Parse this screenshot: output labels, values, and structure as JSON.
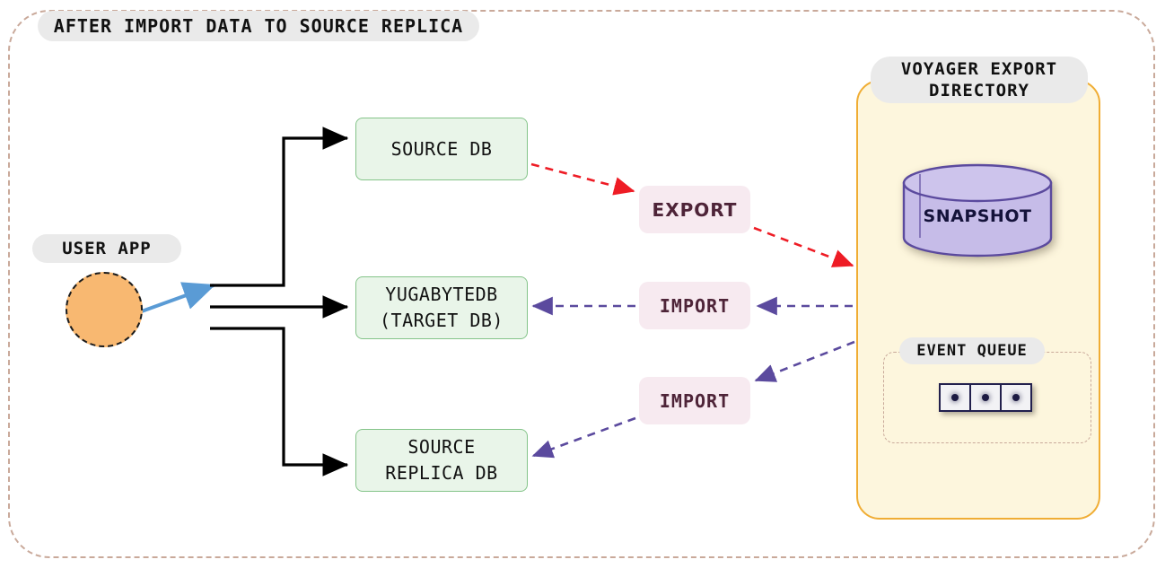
{
  "diagram": {
    "title": "AFTER IMPORT DATA TO SOURCE REPLICA",
    "colors": {
      "outer_border": "#c9a99a",
      "pill_background": "#eaeaea",
      "db_box_fill": "#e9f5e9",
      "db_box_border": "#84c489",
      "voyager_fill": "#fdf6dd",
      "voyager_border": "#f0ad34",
      "user_app_fill": "#f8b871",
      "action_pill_fill": "#f7eaf0",
      "action_pill_text": "#4e2438",
      "export_arrow": "#ee1c25",
      "import_arrow": "#5b4a9e",
      "user_arrow": "#5a9bd5",
      "snapshot_fill": "#c6bce8",
      "snapshot_border": "#5b4a9e",
      "queue_cell_border": "#22204d"
    }
  },
  "user_app": {
    "label": "USER APP",
    "shape": "circle"
  },
  "databases": [
    {
      "id": "source-db",
      "label": "SOURCE DB",
      "line1": "SOURCE DB",
      "line2": ""
    },
    {
      "id": "target-db",
      "label": "YUGABYTEDB (TARGET DB)",
      "line1": "YUGABYTEDB",
      "line2": "(TARGET DB)"
    },
    {
      "id": "replica-db",
      "label": "SOURCE REPLICA DB",
      "line1": "SOURCE",
      "line2": "REPLICA DB"
    }
  ],
  "actions": [
    {
      "id": "export",
      "label": "EXPORT",
      "from": "source-db",
      "to": "voyager-export-directory",
      "style": "red-dashed"
    },
    {
      "id": "import-1",
      "label": "IMPORT",
      "from": "voyager-export-directory",
      "to": "target-db",
      "style": "purple-dashed"
    },
    {
      "id": "import-2",
      "label": "IMPORT",
      "from": "voyager-export-directory",
      "to": "replica-db",
      "style": "purple-dashed"
    }
  ],
  "voyager": {
    "label_line1": "VOYAGER EXPORT",
    "label_line2": "DIRECTORY",
    "snapshot": {
      "label": "SNAPSHOT",
      "shape": "cylinder"
    },
    "event_queue": {
      "label": "EVENT QUEUE",
      "cells": [
        {
          "id": "event-1"
        },
        {
          "id": "event-2"
        },
        {
          "id": "event-3"
        }
      ]
    }
  }
}
